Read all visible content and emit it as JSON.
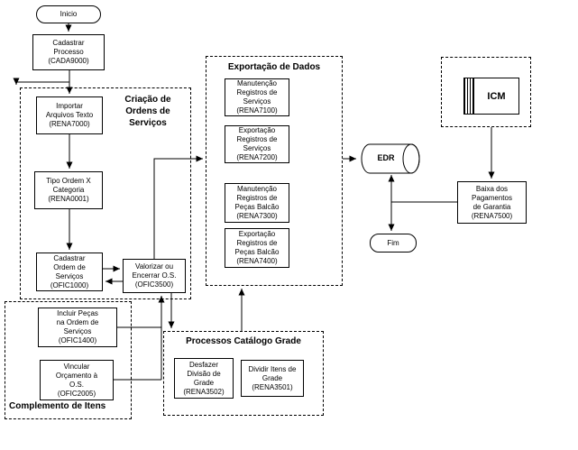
{
  "nodes": {
    "inicio": {
      "label": "Inicio"
    },
    "cadastrar_processo": {
      "label": "Cadastrar\nProcesso\n(CADA9000)"
    },
    "importar_arquivos": {
      "label": "Importar\nArquivos Texto\n(RENA7000)"
    },
    "tipo_ordem": {
      "label": "Tipo Ordem X\nCategoria\n(RENA0001)"
    },
    "cadastrar_ordem": {
      "label": "Cadastrar\nOrdem de\nServiços\n(OFIC1000)"
    },
    "valorizar": {
      "label": "Valorizar ou\nEncerrar O.S.\n(OFIC3500)"
    },
    "manutencao_servicos": {
      "label": "Manutenção\nRegistros de\nServiços\n(RENA7100)"
    },
    "exportacao_servicos": {
      "label": "Exportação\nRegistros de\nServiços\n(RENA7200)"
    },
    "manutencao_pecas": {
      "label": "Manutenção\nRegistros de\nPeças Balcão\n(RENA7300)"
    },
    "exportacao_pecas": {
      "label": "Exportação\nRegistros de\nPeças Balcão\n(RENA7400)"
    },
    "icm": {
      "label": "ICM"
    },
    "edr": {
      "label": "EDR"
    },
    "baixa_pagamentos": {
      "label": "Baixa dos\nPagamentos\nde Garantia\n(RENA7500)"
    },
    "fim": {
      "label": "Fim"
    },
    "desfazer_divisao": {
      "label": "Desfazer\nDivisão de\nGrade\n(RENA3502)"
    },
    "dividir_itens": {
      "label": "Dividir Itens de\nGrade\n(RENA3501)"
    },
    "incluir_pecas": {
      "label": "Incluir Peças\nna Ordem de\nServiços\n(OFIC1400)"
    },
    "vincular_orcamento": {
      "label": "Vincular\nOrçamento à\nO.S.\n(OFIC2005)"
    }
  },
  "regions": {
    "criacao": {
      "title": "Criação de\nOrdens de\nServiços"
    },
    "exportacao": {
      "title": "Exportação de Dados"
    },
    "processos_grade": {
      "title": "Processos Catálogo Grade"
    },
    "complemento": {
      "title": "Complemento de Itens"
    }
  },
  "colors": {
    "line": "#000000",
    "box_border": "#000000",
    "box_fill": "#ffffff",
    "background": "#ffffff"
  }
}
